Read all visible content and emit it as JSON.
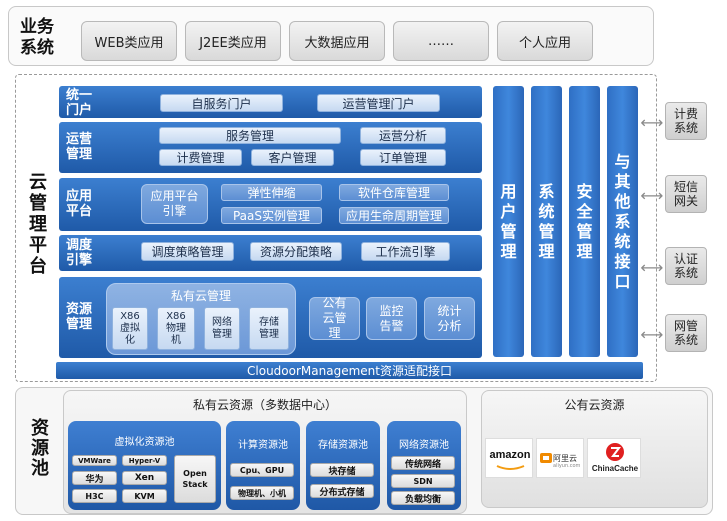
{
  "business": {
    "label": "业务系统",
    "apps": [
      "WEB类应用",
      "J2EE类应用",
      "大数据应用",
      "……",
      "个人应用"
    ]
  },
  "cloud_platform": {
    "label": "云管理平台",
    "rows": {
      "portal": {
        "label": "统一门户",
        "items": [
          "自服务门户",
          "运营管理门户"
        ]
      },
      "operations": {
        "label": "运营管理",
        "items": [
          "服务管理",
          "运营分析",
          "计费管理",
          "客户管理",
          "订单管理"
        ]
      },
      "app_platform": {
        "label": "应用平台",
        "engine": "应用平台引擎",
        "items": [
          "弹性伸缩",
          "软件仓库管理",
          "PaaS实例管理",
          "应用生命周期管理"
        ]
      },
      "scheduling": {
        "label": "调度引擎",
        "items": [
          "调度策略管理",
          "资源分配策略",
          "工作流引擎"
        ]
      },
      "resources": {
        "label": "资源管理",
        "private_title": "私有云管理",
        "private_items": [
          "X86虚拟化",
          "X86物理机",
          "网络管理",
          "存储管理"
        ],
        "other_items": [
          "公有云管理",
          "监控告警",
          "统计分析"
        ]
      },
      "adapter": "CloudoorManagement资源适配接口"
    },
    "columns": [
      "用户管理",
      "系统管理",
      "安全管理",
      "与其他系统接口"
    ],
    "external": [
      "计费系统",
      "短信网关",
      "认证系统",
      "网管系统"
    ]
  },
  "resource_pool": {
    "label": "资源池",
    "private_title": "私有云资源（多数据中心）",
    "virtual_pool": {
      "title": "虚拟化资源池",
      "items": [
        "VMWare",
        "Hyper-V",
        "华为",
        "Xen",
        "H3C",
        "KVM"
      ],
      "side": "Open Stack"
    },
    "compute_pool": {
      "title": "计算资源池",
      "items": [
        "Cpu、GPU",
        "物理机、小机"
      ]
    },
    "storage_pool": {
      "title": "存储资源池",
      "items": [
        "块存储",
        "分布式存储"
      ]
    },
    "network_pool": {
      "title": "网络资源池",
      "items": [
        "传统网络",
        "SDN",
        "负载均衡"
      ]
    },
    "public_title": "公有云资源",
    "public_logos": [
      "amazon",
      "阿里云",
      "ChinaCache"
    ],
    "aliyun_sub": "aliyun.com"
  }
}
